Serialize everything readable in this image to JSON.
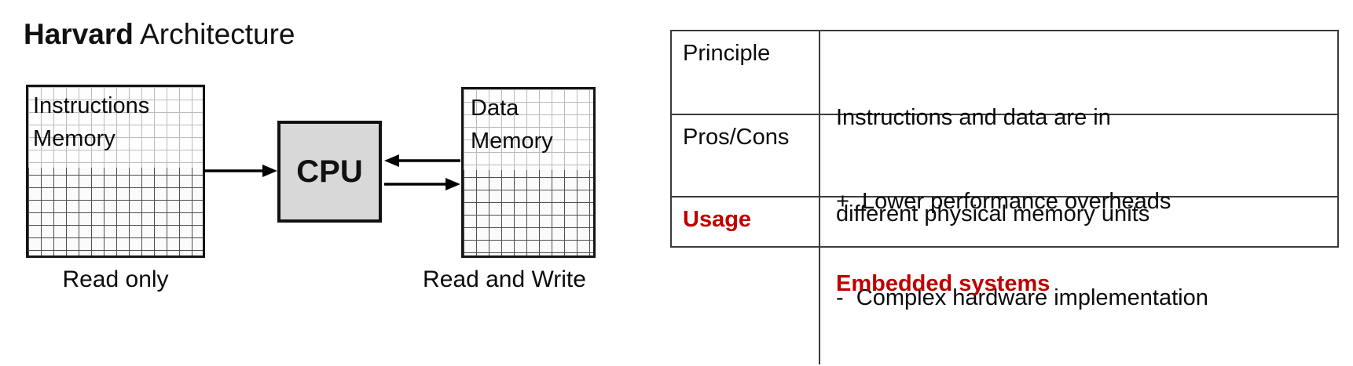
{
  "title": {
    "bold": "Harvard",
    "rest": " Architecture"
  },
  "diagram": {
    "instruction_memory": {
      "label_line1": "Instructions",
      "label_line2": "Memory",
      "caption": "Read only"
    },
    "cpu": {
      "label": "CPU"
    },
    "data_memory": {
      "label_line1": "Data",
      "label_line2": "Memory",
      "caption": "Read and Write"
    },
    "arrows": [
      "instructions-memory-to-cpu",
      "data-memory-to-cpu",
      "cpu-to-data-memory"
    ]
  },
  "table": {
    "rows": [
      {
        "header": "Principle",
        "lines": [
          "Instructions and data are in",
          "different physical memory units"
        ]
      },
      {
        "header": "Pros/Cons",
        "lines": [
          "+  Lower performance overheads",
          "-  Complex hardware implementation"
        ]
      },
      {
        "header": "Usage",
        "lines": [
          "Embedded systems"
        ]
      }
    ]
  },
  "colors": {
    "accent_red": "#c00000",
    "cpu_fill": "#d8d8d8",
    "line_black": "#000000"
  }
}
